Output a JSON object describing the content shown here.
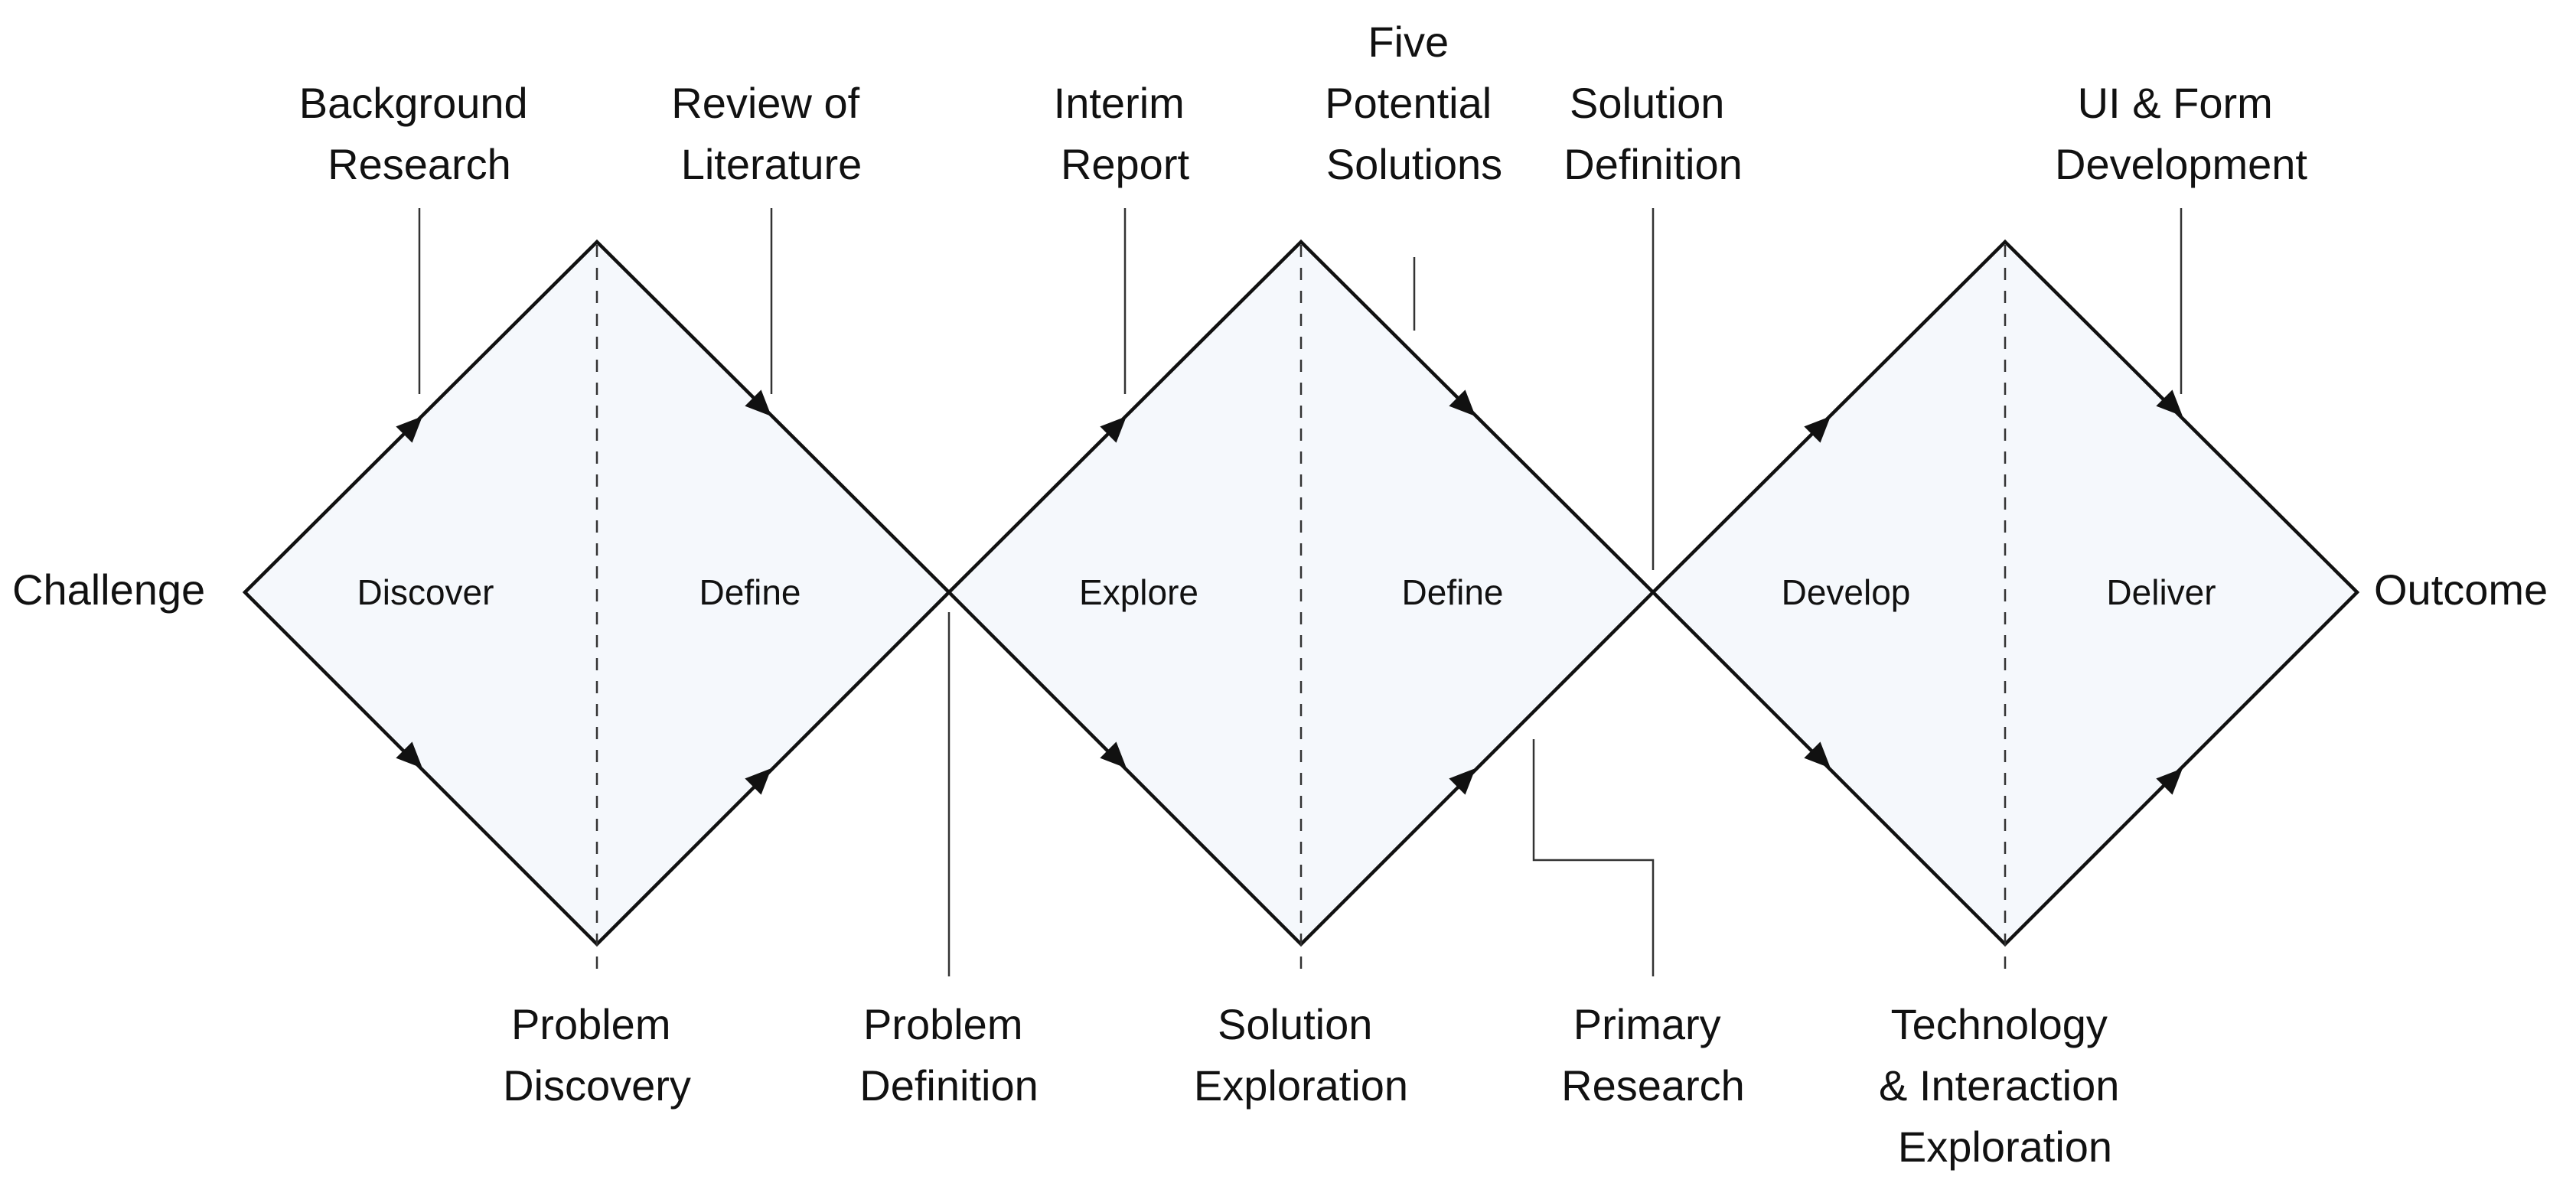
{
  "labels": {
    "challenge": "Challenge",
    "outcome": "Outcome"
  },
  "phases": {
    "discover": "Discover",
    "define1": "Define",
    "explore": "Explore",
    "define2": "Define",
    "develop": "Develop",
    "deliver": "Deliver"
  },
  "top_labels": {
    "background_research": [
      "Background",
      "Research"
    ],
    "review_of_literature": [
      "Review of",
      "Literature"
    ],
    "interim_report": [
      "Interim",
      "Report"
    ],
    "five_potential_solutions": [
      "Five",
      "Potential",
      "Solutions"
    ],
    "solution_definition": [
      "Solution",
      "Definition"
    ],
    "ui_form_development": [
      "UI & Form",
      "Development"
    ]
  },
  "bottom_labels": {
    "problem_discovery": [
      "Problem",
      "Discovery"
    ],
    "problem_definition": [
      "Problem",
      "Definition"
    ],
    "solution_exploration": [
      "Solution",
      "Exploration"
    ],
    "primary_research": [
      "Primary",
      "Research"
    ],
    "technology_interaction_exploration": [
      "Technology",
      "& Interaction",
      "Exploration"
    ]
  },
  "colors": {
    "diamond_fill": "#f5f8fc",
    "stroke": "#111111"
  }
}
